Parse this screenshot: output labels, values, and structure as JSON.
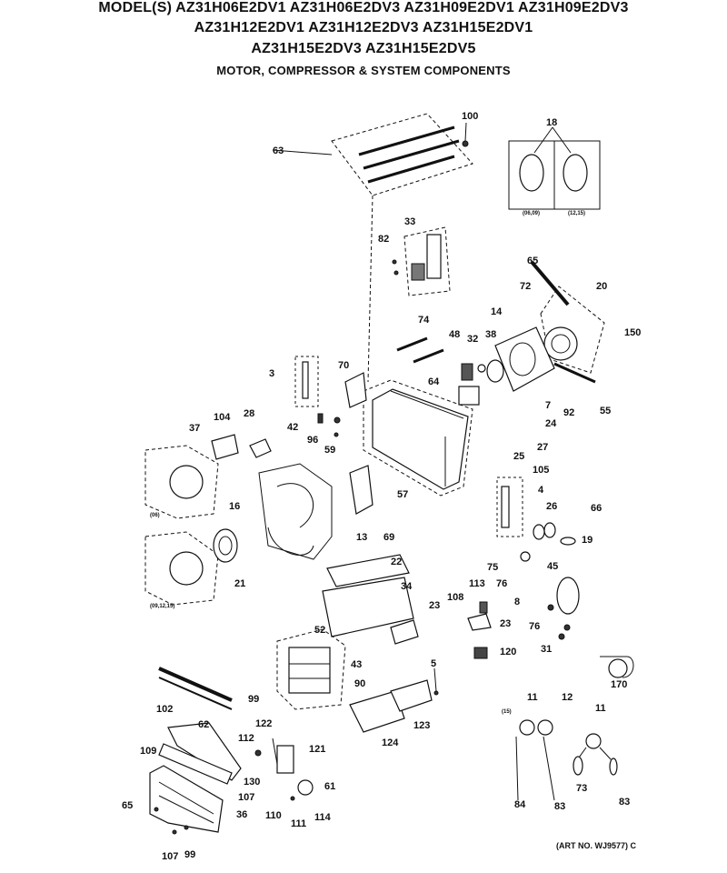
{
  "header": {
    "line1": "MODEL(S) AZ31H06E2DV1  AZ31H06E2DV3  AZ31H09E2DV1  AZ31H09E2DV3",
    "line2": "AZ31H12E2DV1  AZ31H12E2DV3  AZ31H15E2DV1",
    "line3": "AZ31H15E2DV3  AZ31H15E2DV5",
    "subtitle": "MOTOR, COMPRESSOR & SYSTEM COMPONENTS"
  },
  "labels": {
    "p63": "63",
    "p100": "100",
    "p18": "18",
    "p33": "33",
    "p82": "82",
    "p65a": "65",
    "p72": "72",
    "p20": "20",
    "p150": "150",
    "p14": "14",
    "p74": "74",
    "p48": "48",
    "p32": "32",
    "p38": "38",
    "p64": "64",
    "p7": "7",
    "p92": "92",
    "p55": "55",
    "p24": "24",
    "p25": "25",
    "p27": "27",
    "p105": "105",
    "p3": "3",
    "p70": "70",
    "p42": "42",
    "p96": "96",
    "p59": "59",
    "p37": "37",
    "p104": "104",
    "p28": "28",
    "p16": "16",
    "p57": "57",
    "p4": "4",
    "p26": "26",
    "p66": "66",
    "p19": "19",
    "p13": "13",
    "p69": "69",
    "p21": "21",
    "p22": "22",
    "p75": "75",
    "p45": "45",
    "p76a": "76",
    "p113": "113",
    "p8": "8",
    "p34": "34",
    "p108": "108",
    "p23a": "23",
    "p23b": "23",
    "p76b": "76",
    "p31": "31",
    "p52": "52",
    "p120": "120",
    "p43": "43",
    "p5": "5",
    "p90": "90",
    "p170": "170",
    "p102": "102",
    "p99a": "99",
    "p11a": "11",
    "p12": "12",
    "p11b": "11",
    "p62": "62",
    "p122": "122",
    "p112": "112",
    "p124": "124",
    "p123": "123",
    "p109": "109",
    "p121": "121",
    "p130": "130",
    "p61": "61",
    "p107a": "107",
    "p65b": "65",
    "p36": "36",
    "p110": "110",
    "p111": "111",
    "p114": "114",
    "p73": "73",
    "p84": "84",
    "p83a": "83",
    "p83b": "83",
    "p107b": "107",
    "p99b": "99"
  },
  "small_labels": {
    "comp_left": "(06,09)",
    "comp_right": "(12,15)",
    "blower_a": "(06)",
    "blower_b": "(09,12,15)",
    "tube": "(15)"
  },
  "art_number": "(ART NO. WJ9577) C"
}
